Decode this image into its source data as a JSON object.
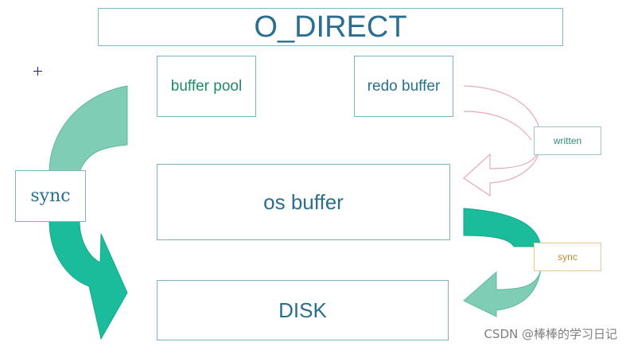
{
  "title": "O_DIRECT",
  "nodes": {
    "buffer_pool": "buffer pool",
    "redo_buffer": "redo buffer",
    "os_buffer": "os buffer",
    "disk": "DISK"
  },
  "edge_labels": {
    "sync_left": "sync",
    "written": "written",
    "sync_right": "sync"
  },
  "watermark": "CSDN @棒棒的学习日记",
  "colors": {
    "arrow_teal_light": "#80cdb6",
    "arrow_teal_dark": "#1bbc9b",
    "arrow_outline_pink": "#e7a9b8",
    "box_border": "#7fb3c4",
    "text_blue": "#2a6f8f"
  }
}
